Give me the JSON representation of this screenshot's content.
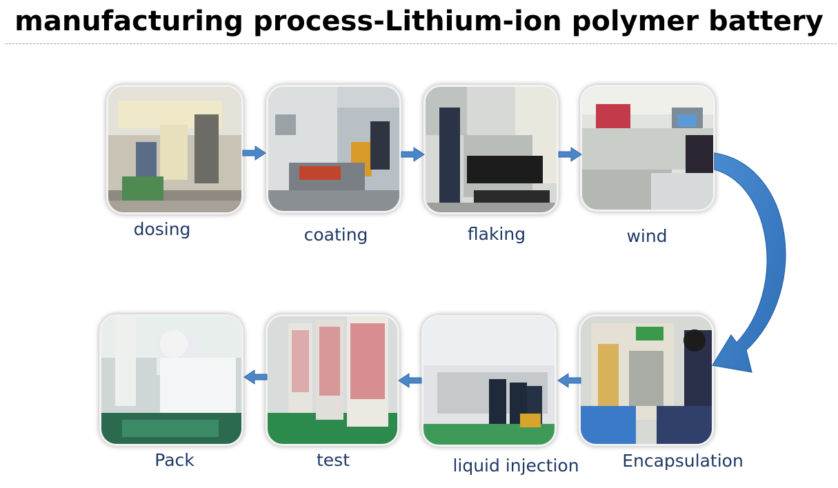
{
  "title": "manufacturing process-Lithium-ion polymer battery",
  "steps": [
    {
      "label": "dosing"
    },
    {
      "label": "coating"
    },
    {
      "label": "flaking"
    },
    {
      "label": "wind"
    },
    {
      "label": "Encapsulation"
    },
    {
      "label": "liquid injection"
    },
    {
      "label": "test"
    },
    {
      "label": "Pack"
    }
  ],
  "colors": {
    "label": "#1f3864",
    "arrow": "#4a86c8",
    "curve_arrow": "#3f7fc4"
  }
}
